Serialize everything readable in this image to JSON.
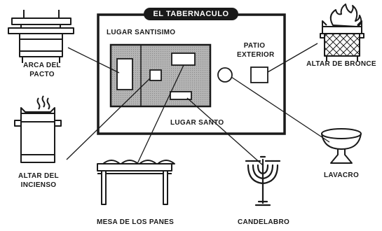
{
  "title": "EL TABERNACULO",
  "rooms": {
    "holy_of_holies": "LUGAR SANTISIMO",
    "holy_place": "LUGAR SANTO",
    "outer_court_line1": "PATIO",
    "outer_court_line2": "EXTERIOR"
  },
  "items": {
    "ark_line1": "ARCA DEL",
    "ark_line2": "PACTO",
    "incense_line1": "ALTAR DEL",
    "incense_line2": "INCIENSO",
    "table": "MESA DE LOS PANES",
    "lampstand": "CANDELABRO",
    "laver": "LAVACRO",
    "bronze_altar": "ALTAR DE BRONCE"
  },
  "colors": {
    "ink": "#1a1a1a",
    "room_fill": "#a9a9a9",
    "white": "#ffffff"
  },
  "icons": [
    "ark-icon",
    "incense-altar-icon",
    "table-of-bread-icon",
    "lampstand-icon",
    "laver-icon",
    "bronze-altar-icon"
  ]
}
